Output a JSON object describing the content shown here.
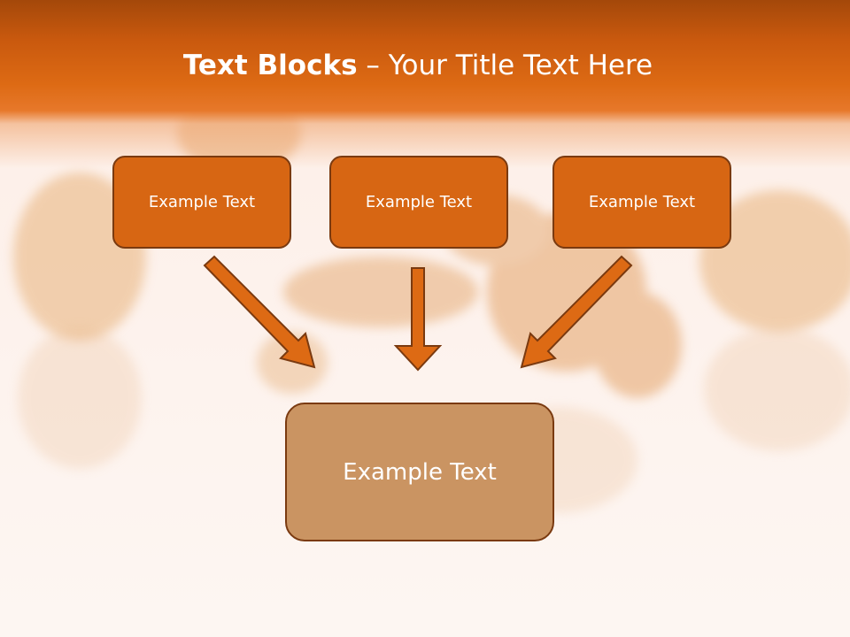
{
  "slide": {
    "title_bold": "Text Blocks",
    "title_rest": " – Your Title Text Here"
  },
  "blocks": {
    "top": [
      "Example Text",
      "Example Text",
      "Example Text"
    ],
    "bottom": "Example Text"
  },
  "colors": {
    "band_dark": "#a4480a",
    "band_light": "#e7782a",
    "box_fill": "#d76613",
    "box_border": "#7a3a10",
    "bottom_box_fill": "#ca9462",
    "arrow_fill": "#dd6a14"
  }
}
